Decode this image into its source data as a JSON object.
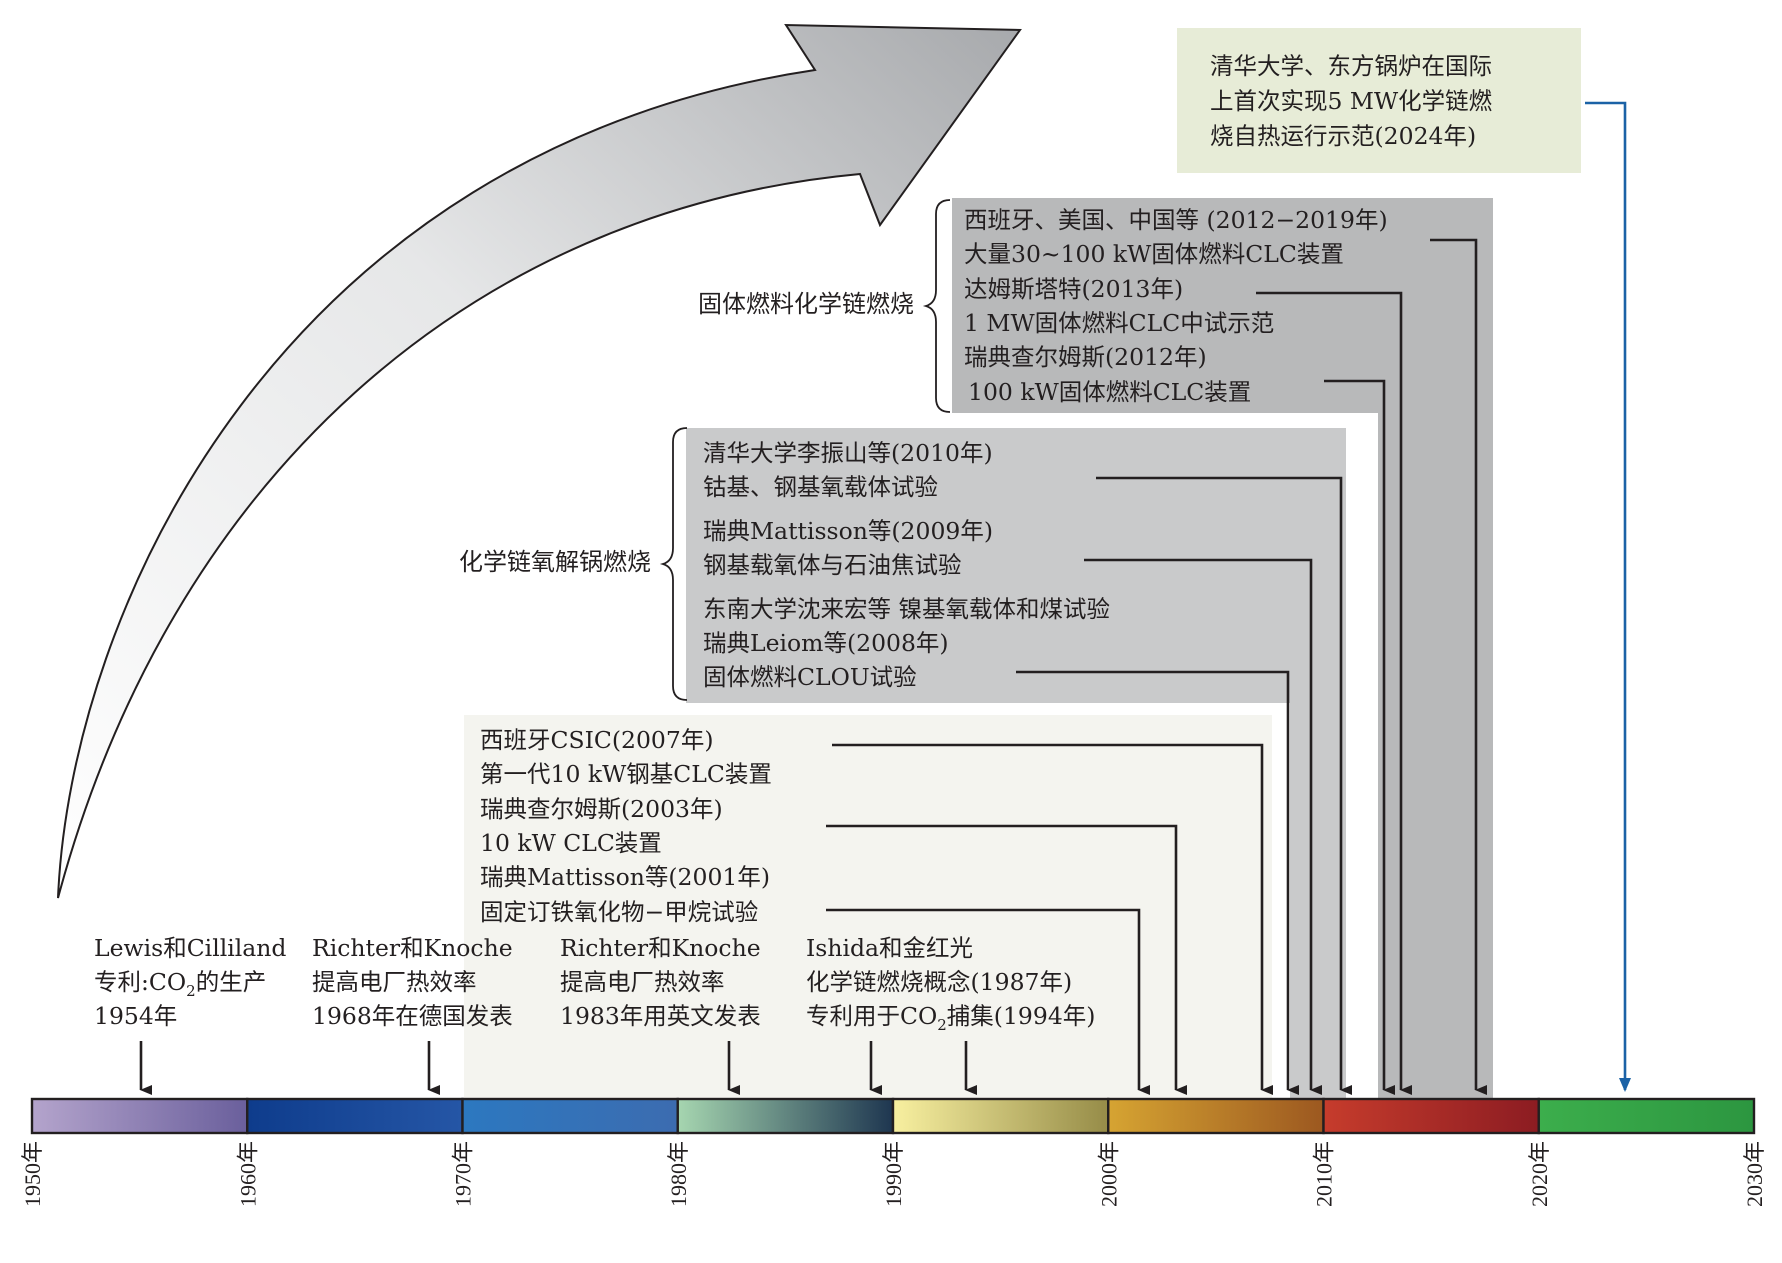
{
  "timeline": {
    "years": [
      "1950年",
      "1960年",
      "1970年",
      "1980年",
      "1990年",
      "2000年",
      "2010年",
      "2020年",
      "2030年"
    ],
    "segment_colors": [
      [
        "#b4a4cc",
        "#6a5f9c"
      ],
      [
        "#0e3c8c",
        "#2556a6"
      ],
      [
        "#2c78c0",
        "#3c6cb0"
      ],
      [
        "#a6d6b0",
        "#1e3650"
      ],
      [
        "#f8f0a0",
        "#968c48"
      ],
      [
        "#d6a432",
        "#9c5820"
      ],
      [
        "#c63c2c",
        "#8c1c22"
      ],
      [
        "#3cae4c",
        "#2c9640"
      ]
    ]
  },
  "early_events": [
    {
      "lines": [
        "Lewis和Cilliland",
        "专利:CO",
        "1954年"
      ],
      "co2_sub": "2",
      "co2_suffix": "的生产"
    },
    {
      "lines": [
        "Richter和Knoche",
        "提高电厂热效率",
        "1968年在德国发表"
      ]
    },
    {
      "lines": [
        "Richter和Knoche",
        "提高电厂热效率",
        "1983年用英文发表"
      ]
    },
    {
      "lines": [
        "Ishida和金红光",
        "化学链燃烧概念(1987年)",
        "专利用于CO"
      ],
      "co2_sub": "2",
      "co2_suffix": "捕集(1994年)"
    }
  ],
  "box_2001_2007": {
    "lines": [
      "西班牙CSIC(2007年)",
      "第一代10 kW钢基CLC装置",
      "瑞典查尔姆斯(2003年)",
      "10 kW CLC装置",
      "瑞典Mattisson等(2001年)",
      "固定订铁氧化物−甲烷试验"
    ]
  },
  "clou_group": {
    "label": "化学链氧解锅燃烧",
    "lines": [
      "清华大学李振山等(2010年)",
      "钴基、钢基氧载体试验",
      "瑞典Mattisson等(2009年)",
      "钢基载氧体与石油焦试验",
      "东南大学沈来宏等 镍基氧载体和煤试验",
      "瑞典Leiom等(2008年)",
      "固体燃料CLOU试验"
    ]
  },
  "solid_fuel_group": {
    "label": "固体燃料化学链燃烧",
    "lines": [
      "西班牙、美国、中国等 (2012−2019年)",
      "大量30~100 kW固体燃料CLC装置",
      "达姆斯塔特(2013年)",
      "1 MW固体燃料CLC中试示范",
      "瑞典查尔姆斯(2012年)",
      "100 kW固体燃料CLC装置"
    ]
  },
  "milestone_2024": {
    "lines": [
      "清华大学、东方锅炉在国际",
      "上首次实现5 MW化学链燃",
      "烧自热运行示范(2024年)"
    ]
  }
}
